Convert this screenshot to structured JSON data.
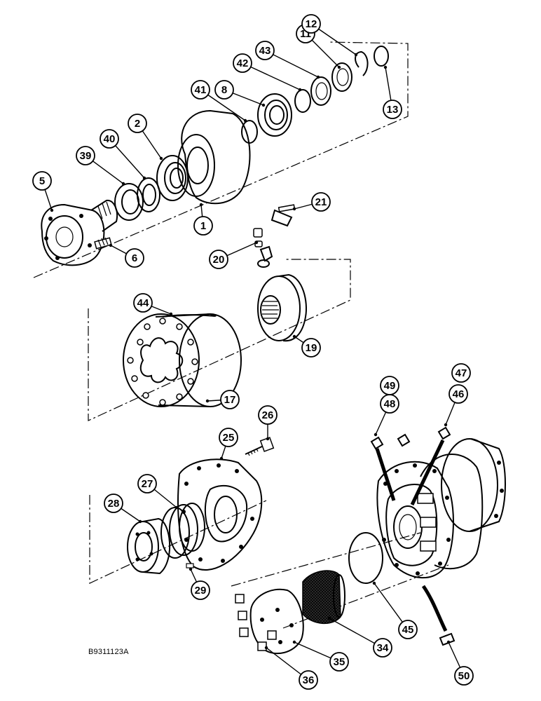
{
  "diagram": {
    "reference_code": "B9311123A",
    "callouts": [
      "1",
      "2",
      "5",
      "6",
      "8",
      "11",
      "12",
      "13",
      "17",
      "19",
      "20",
      "21",
      "25",
      "26",
      "27",
      "28",
      "29",
      "34",
      "35",
      "36",
      "39",
      "40",
      "41",
      "42",
      "43",
      "44",
      "45",
      "46",
      "47",
      "48",
      "49",
      "50"
    ]
  }
}
